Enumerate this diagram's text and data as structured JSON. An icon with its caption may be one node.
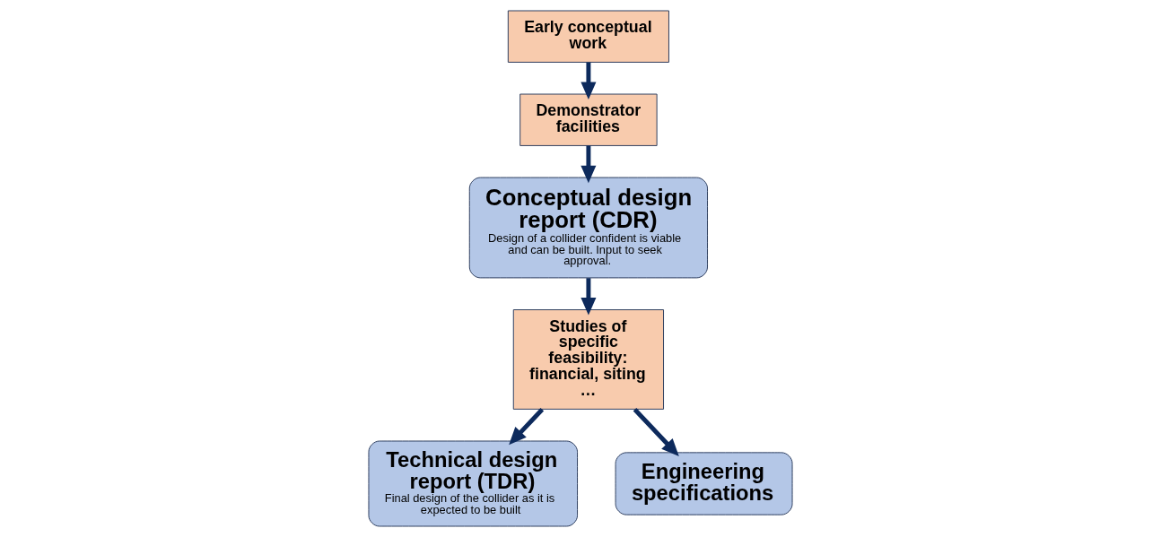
{
  "diagram": {
    "nodes": [
      {
        "text": [
          "Early conceptual work"
        ]
      },
      {
        "text": [
          "Demonstrator facilities"
        ]
      },
      {
        "text": [
          "Conceptual design report (CDR)",
          "Design of a collider confident is viable and can be built. Input to seek approval."
        ]
      },
      {
        "text": [
          "Studies of specific feasibility: financial, siting …"
        ]
      },
      {
        "text": [
          "Technical design report (TDR)",
          "Final design of the collider as it is expected to be built"
        ]
      },
      {
        "text": [
          "Engineering specifications"
        ]
      }
    ],
    "edges": [
      {
        "from": 0,
        "to": 1,
        "arrow": "to"
      },
      {
        "from": 1,
        "to": 2,
        "arrow": "to"
      },
      {
        "from": 2,
        "to": 3,
        "arrow": "to"
      },
      {
        "from": 3,
        "to": 4,
        "arrow": "to"
      },
      {
        "from": 3,
        "to": 5,
        "arrow": "to"
      }
    ]
  }
}
